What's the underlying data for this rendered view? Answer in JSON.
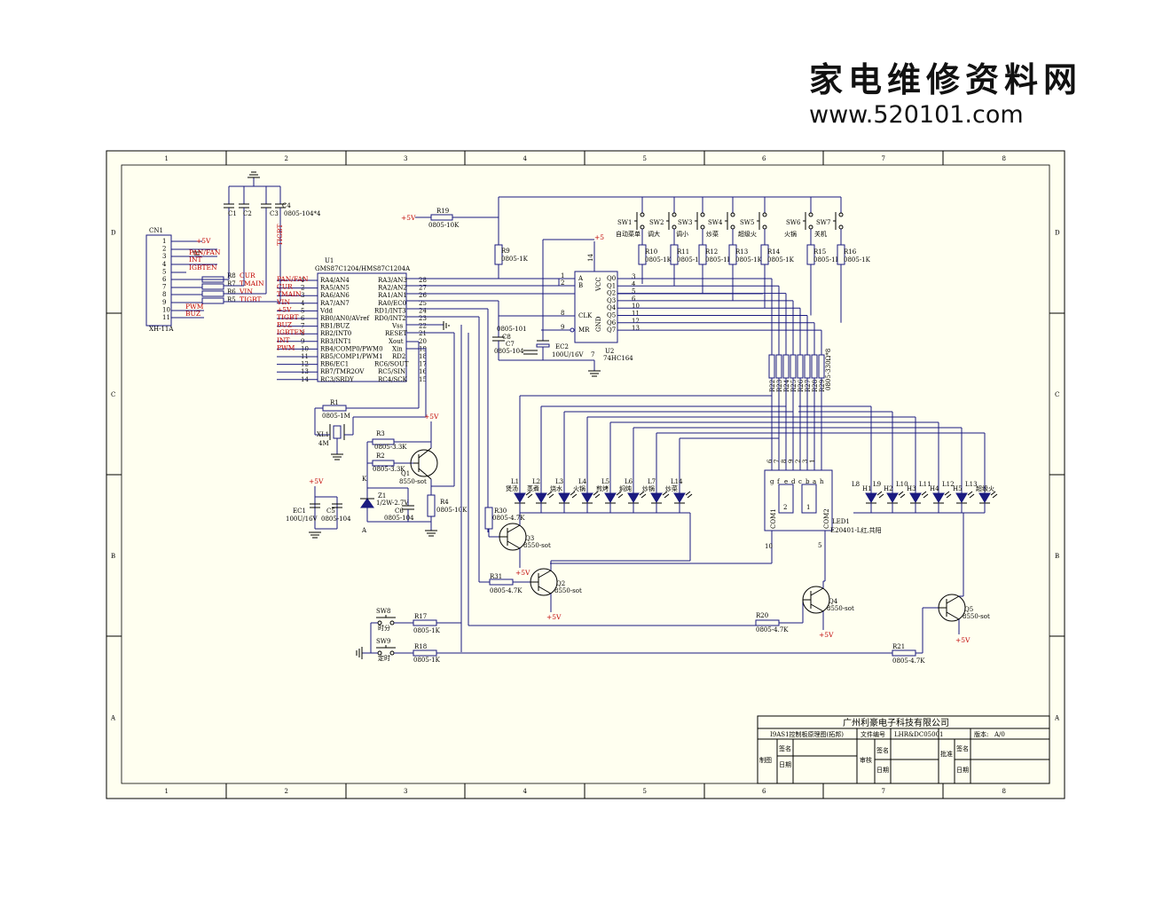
{
  "watermark": {
    "title": "家电维修资料网",
    "url": "www.520101.com"
  },
  "frame": {
    "cols": [
      "1",
      "2",
      "3",
      "4",
      "5",
      "6",
      "7",
      "8"
    ],
    "rows": [
      "D",
      "C",
      "B",
      "A"
    ]
  },
  "connector": {
    "ref": "CN1",
    "part": "XH-11A",
    "pins": [
      "1",
      "2",
      "3",
      "4",
      "5",
      "6",
      "7",
      "8",
      "9",
      "10",
      "11"
    ],
    "nets": [
      "+5V",
      "PAN/FAN",
      "INT",
      "IGBTEN",
      "CUR",
      "TMAIN",
      "VIN",
      "TIGBT",
      "PWM",
      "BUZ"
    ],
    "resistors": [
      "R8",
      "R7",
      "R6",
      "R5"
    ]
  },
  "caps_top": [
    "C1",
    "C2",
    "C3",
    "C4",
    "0805-104*4",
    "TIGBT"
  ],
  "mcu": {
    "ref": "U1",
    "part": "GMS87C1204/HMS87C1204A",
    "left_pins": [
      "RA4/AN4",
      "RA5/AN5",
      "RA6/AN6",
      "RA7/AN7",
      "Vdd",
      "RB0/AN0/AVref",
      "RB1/BUZ",
      "RB2/INT0",
      "RB3/INT1",
      "RB4/COMP0/PWM0",
      "RB5/COMP1/PWM1",
      "RB6/EC1",
      "RB7/TMR2OV",
      "RC3/SRDY"
    ],
    "left_nums": [
      "1",
      "2",
      "3",
      "4",
      "5",
      "6",
      "7",
      "8",
      "9",
      "10",
      "11",
      "12",
      "13",
      "14"
    ],
    "right_pins": [
      "RA3/AN3",
      "RA2/AN2",
      "RA1/AN1",
      "RA0/EC0",
      "RD1/INT3",
      "RD0/INT2",
      "Vss",
      "RESET",
      "Xout",
      "Xin",
      "RD2",
      "RC6/SOUT",
      "RC5/SIN",
      "RC4/SCK"
    ],
    "right_nums": [
      "28",
      "27",
      "26",
      "25",
      "24",
      "23",
      "22",
      "21",
      "20",
      "19",
      "18",
      "17",
      "16",
      "15"
    ],
    "left_nets": [
      "PAN/FAN",
      "CUR",
      "TMAIN",
      "VIN",
      "+5V",
      "TIGBT",
      "BUZ",
      "IGBTEN",
      "INT",
      "PWM"
    ]
  },
  "shift_reg": {
    "ref": "U2",
    "part": "74HC164",
    "pins_left": [
      "A",
      "B",
      "CLK",
      "MR"
    ],
    "pins_right": [
      "Q0",
      "Q1",
      "Q2",
      "Q3",
      "Q4",
      "Q5",
      "Q6",
      "Q7"
    ],
    "nums_left": [
      "1",
      "2",
      "8",
      "9"
    ],
    "nums_right": [
      "3",
      "4",
      "5",
      "6",
      "10",
      "11",
      "12",
      "13"
    ],
    "vcc": "VCC",
    "gnd": "GND",
    "vcc_pin": "14",
    "gnd_pin": "7",
    "supply": "+5"
  },
  "switches": [
    "SW1",
    "SW2",
    "SW3",
    "SW4",
    "SW5",
    "SW6",
    "SW7"
  ],
  "switch_labels": [
    "自动菜单",
    "调大",
    "调小",
    "炒菜",
    "超级火",
    "火锅",
    "关机"
  ],
  "resistors_top": [
    "R10",
    "R11",
    "R12",
    "R13",
    "R14",
    "R15",
    "R16"
  ],
  "resistor_val": "0805-1K",
  "r19": {
    "ref": "R19",
    "val": "0805-10K",
    "supply": "+5V"
  },
  "r9": {
    "ref": "R9",
    "val": "0805-1K"
  },
  "c8": {
    "ref": "C8",
    "val": "0805-101"
  },
  "c7": {
    "ref": "C7",
    "val": "0805-104"
  },
  "ec2": {
    "ref": "EC2",
    "val": "100U/16V"
  },
  "res_array": {
    "refs": [
      "R22",
      "R23",
      "R24",
      "R25",
      "R26",
      "R27",
      "R28",
      "R29"
    ],
    "val": "0805-330Ω*8"
  },
  "leds_left": [
    "L1",
    "L2",
    "L3",
    "L4",
    "L5",
    "L6",
    "L7",
    "L14"
  ],
  "leds_left_labels": [
    "煲汤",
    "蒸煮",
    "烧水",
    "火锅",
    "煎烤",
    "焖炖",
    "炒锅",
    "炒菜"
  ],
  "leds_right": [
    "L8",
    "L9",
    "L10",
    "L11",
    "L12",
    "L13"
  ],
  "leds_right_labels": [
    "H1",
    "H2",
    "H3",
    "H4",
    "H5",
    "超级火"
  ],
  "display": {
    "ref": "LED1",
    "part": "E20401-L红,共阳",
    "com1": "COM1",
    "com2": "COM2",
    "segs": [
      "g",
      "f",
      "e",
      "d",
      "c",
      "b",
      "a",
      "h"
    ],
    "seg_nums": [
      "6",
      "7",
      "8",
      "9",
      "2",
      "3",
      "1"
    ],
    "digits": [
      "2",
      "1"
    ],
    "com_pins": [
      "10",
      "5"
    ]
  },
  "crystal": {
    "r1": "R1",
    "r1_val": "0805-1M",
    "xl": "XL1",
    "xl_val": "4M"
  },
  "reset": {
    "r3": "R3",
    "r3_val": "0805-3.3K",
    "r2": "R2",
    "r2_val": "0805-3.3K",
    "q1": "Q1",
    "q1_val": "8550-sot",
    "z1": "Z1",
    "z1_val": "1/2W-2.7V",
    "c6": "C6",
    "c6_val": "0805-104",
    "r4": "R4",
    "r4_val": "0805-10K",
    "k": "K",
    "a": "A",
    "supply": "+5V"
  },
  "power": {
    "supply": "+5V",
    "ec1": "EC1",
    "ec1_val": "100U/16V",
    "c5": "C5",
    "c5_val": "0805-104"
  },
  "transistors": {
    "q3": "Q3",
    "q2": "Q2",
    "q4": "Q4",
    "q5": "Q5",
    "val": "8550-sot",
    "r30": "R30",
    "r31": "R31",
    "r20": "R20",
    "r21": "R21",
    "rb_val": "0805-4.7K",
    "supply": "+5V"
  },
  "keys": {
    "sw8": "SW8",
    "sw9": "SW9",
    "sw8_label": "时分",
    "sw9_label": "定时",
    "r17": "R17",
    "r18": "R18",
    "val": "0805-1K"
  },
  "titleblock": {
    "company": "广州利豪电子科技有限公司",
    "drawing": "I9AS1控制板原理图(拓邦)",
    "file_label": "文件编号",
    "file_no": "LHR&DC05001",
    "ver_label": "版本:",
    "ver": "A/0",
    "made": "制图",
    "check": "审核",
    "approve": "批准",
    "sign": "签名",
    "date": "日期"
  }
}
